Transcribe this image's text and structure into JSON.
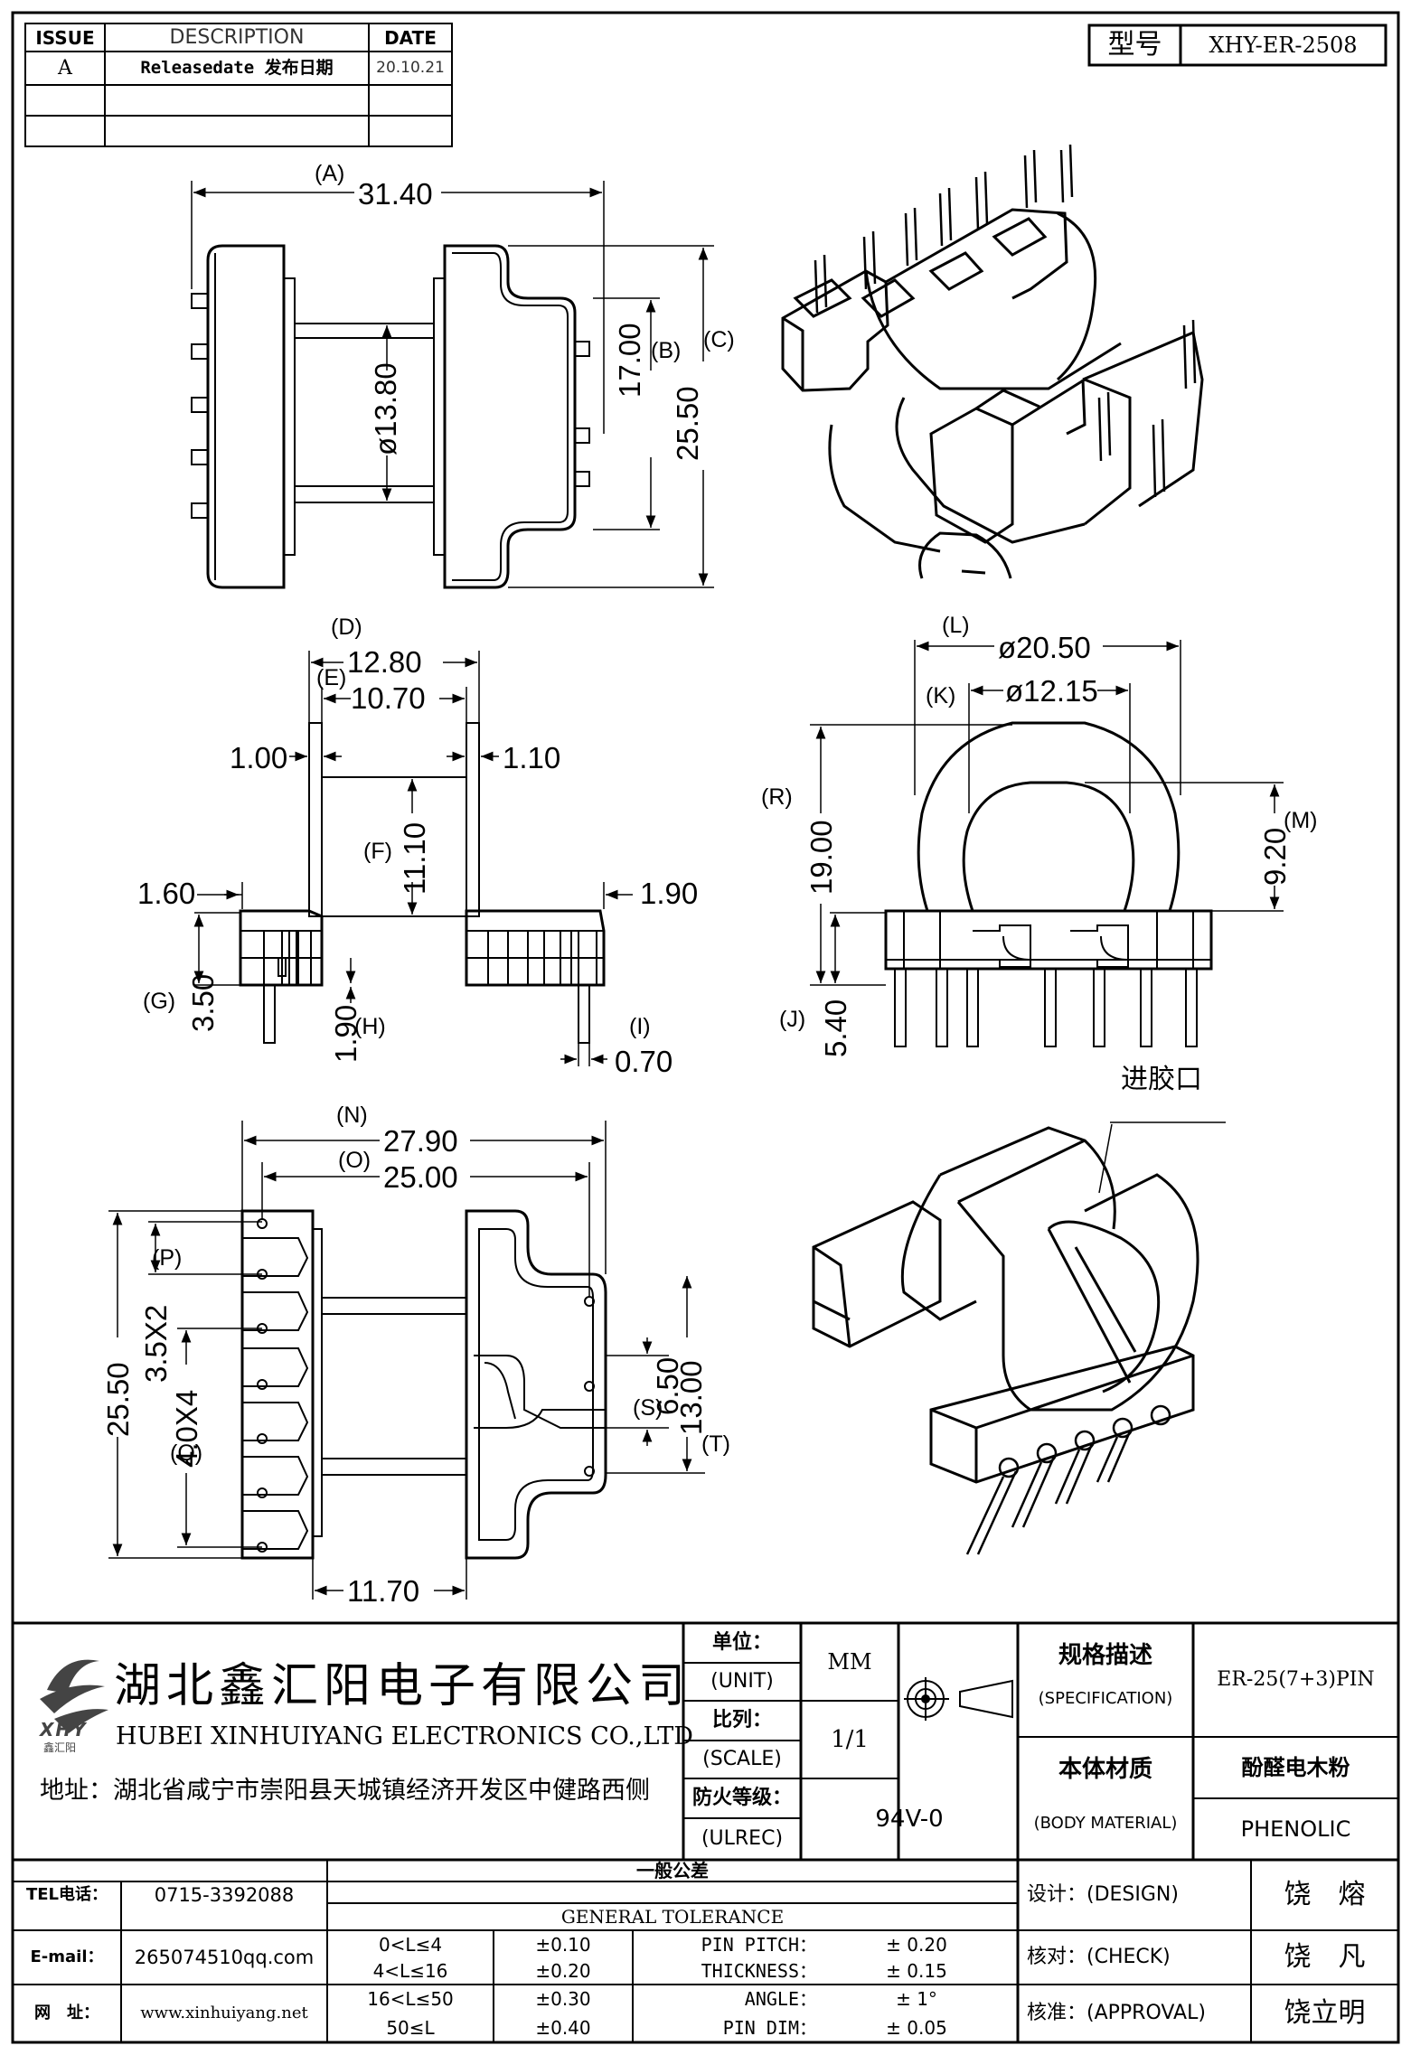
{
  "revision_table": {
    "headers": {
      "issue": "ISSUE",
      "description": "DESCRIPTION",
      "date": "DATE"
    },
    "rows": [
      {
        "issue": "A",
        "description": "Releasedate 发布日期",
        "date": "20.10.21"
      }
    ]
  },
  "model": {
    "label": "型号",
    "value": "XHY-ER-2508"
  },
  "views": {
    "top": {
      "A_label": "(A)",
      "A_value": "31.40",
      "B_label": "(B)",
      "B_value": "17.00",
      "C_label": "(C)",
      "C_value": "25.50",
      "core_dia": "ø13.80"
    },
    "side": {
      "D_label": "(D)",
      "D_value": "12.80",
      "E_label": "(E)",
      "E_value": "10.70",
      "left_flange": "1.00",
      "right_flange": "1.10",
      "F_label": "(F)",
      "F_value": "11.10",
      "left_step": "1.60",
      "right_step": "1.90",
      "G_label": "(G)",
      "G_value": "3.50",
      "H_label": "(H)",
      "H_value": "1.90",
      "I_label": "(I)",
      "I_value": "0.70"
    },
    "front": {
      "L_label": "(L)",
      "L_value": "ø20.50",
      "K_label": "(K)",
      "K_value": "ø12.15",
      "R_label": "(R)",
      "R_value": "19.00",
      "M_label": "(M)",
      "M_value": "9.20",
      "J_label": "(J)",
      "J_value": "5.40"
    },
    "bottom": {
      "N_label": "(N)",
      "N_value": "27.90",
      "O_label": "(O)",
      "O_value": "25.00",
      "height": "25.50",
      "P_label": "(P)",
      "P_value": "3.5X2",
      "Q_label": "(Q)",
      "Q_value": "4.0X4",
      "S_label": "(S)",
      "S_value": "6.50",
      "T_label": "(T)",
      "T_value": "13.00",
      "width_bottom": "11.70"
    },
    "iso_note": "进胶口"
  },
  "title_block": {
    "company_cn": "湖北鑫汇阳电子有限公司",
    "company_en": "HUBEI XINHUIYANG ELECTRONICS CO.,LTD",
    "address": "地址：湖北省咸宁市崇阳县天城镇经济开发区中健路西侧",
    "logo_text": "XHY",
    "logo_sub": "鑫汇阳",
    "unit_cn": "单位：",
    "unit_en": "(UNIT)",
    "unit_value": "MM",
    "scale_cn": "比列：",
    "scale_en": "(SCALE)",
    "scale_value": "1/1",
    "fire_cn": "防火等级：",
    "fire_en": "(ULREC)",
    "fire_value": "94V-0",
    "spec_cn": "规格描述",
    "spec_en": "(SPECIFICATION)",
    "spec_value": "ER-25(7+3)PIN",
    "material_cn": "本体材质",
    "material_en": "(BODY MATERIAL)",
    "material_value_cn": "酚醛电木粉",
    "material_value_en": "PHENOLIC",
    "tel_label": "TEL电话：",
    "tel": "0715-3392088",
    "email_label": "E-mail：",
    "email": "265074510qq.com",
    "web_label": "网　址：",
    "web": "www.xinhuiyang.net",
    "tolerance_cn": "一般公差",
    "tolerance_en": "GENERAL TOLERANCE",
    "tolerances": [
      {
        "range": "0<L≤4",
        "tol": "±0.10",
        "item": "PIN PITCH：",
        "val": "±  0.20"
      },
      {
        "range": "4<L≤16",
        "tol": "±0.20",
        "item": "THICKNESS：",
        "val": "±  0.15"
      },
      {
        "range": "16<L≤50",
        "tol": "±0.30",
        "item": "ANGLE：",
        "val": "±  1°"
      },
      {
        "range": "50≤L",
        "tol": "±0.40",
        "item": "PIN DIM：",
        "val": "±  0.05"
      }
    ],
    "design_label": "设计：(DESIGN)",
    "design_name": "饶　熔",
    "check_label": "核对：(CHECK)",
    "check_name": "饶　凡",
    "approval_label": "核准：(APPROVAL)",
    "approval_name": "饶立明"
  },
  "colors": {
    "ink": "#000000",
    "paper": "#ffffff",
    "logo_fill": "#444444"
  }
}
